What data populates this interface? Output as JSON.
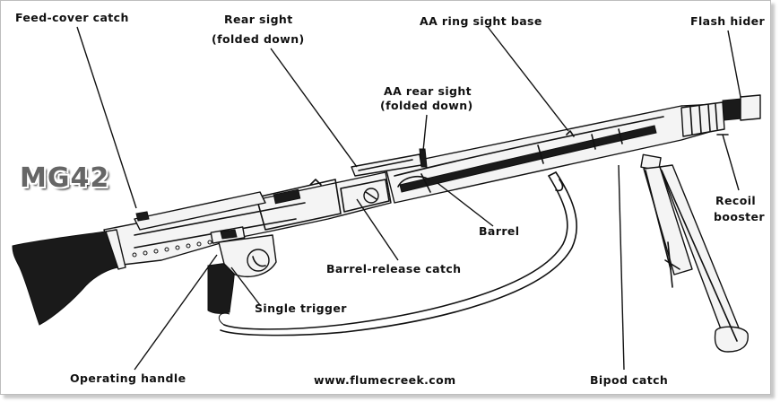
{
  "title": "MG42",
  "website": "www.flumecreek.com",
  "labels": {
    "feed_cover_catch": "Feed-cover catch",
    "rear_sight_line1": "Rear sight",
    "rear_sight_line2": "(folded down)",
    "aa_ring_sight_base": "AA ring sight base",
    "flash_hider": "Flash hider",
    "aa_rear_sight_line1": "AA rear sight",
    "aa_rear_sight_line2": "(folded down)",
    "recoil_booster_line1": "Recoil",
    "recoil_booster_line2": "booster",
    "barrel": "Barrel",
    "barrel_release_catch": "Barrel-release catch",
    "single_trigger": "Single trigger",
    "operating_handle": "Operating handle",
    "bipod_catch": "Bipod catch"
  }
}
